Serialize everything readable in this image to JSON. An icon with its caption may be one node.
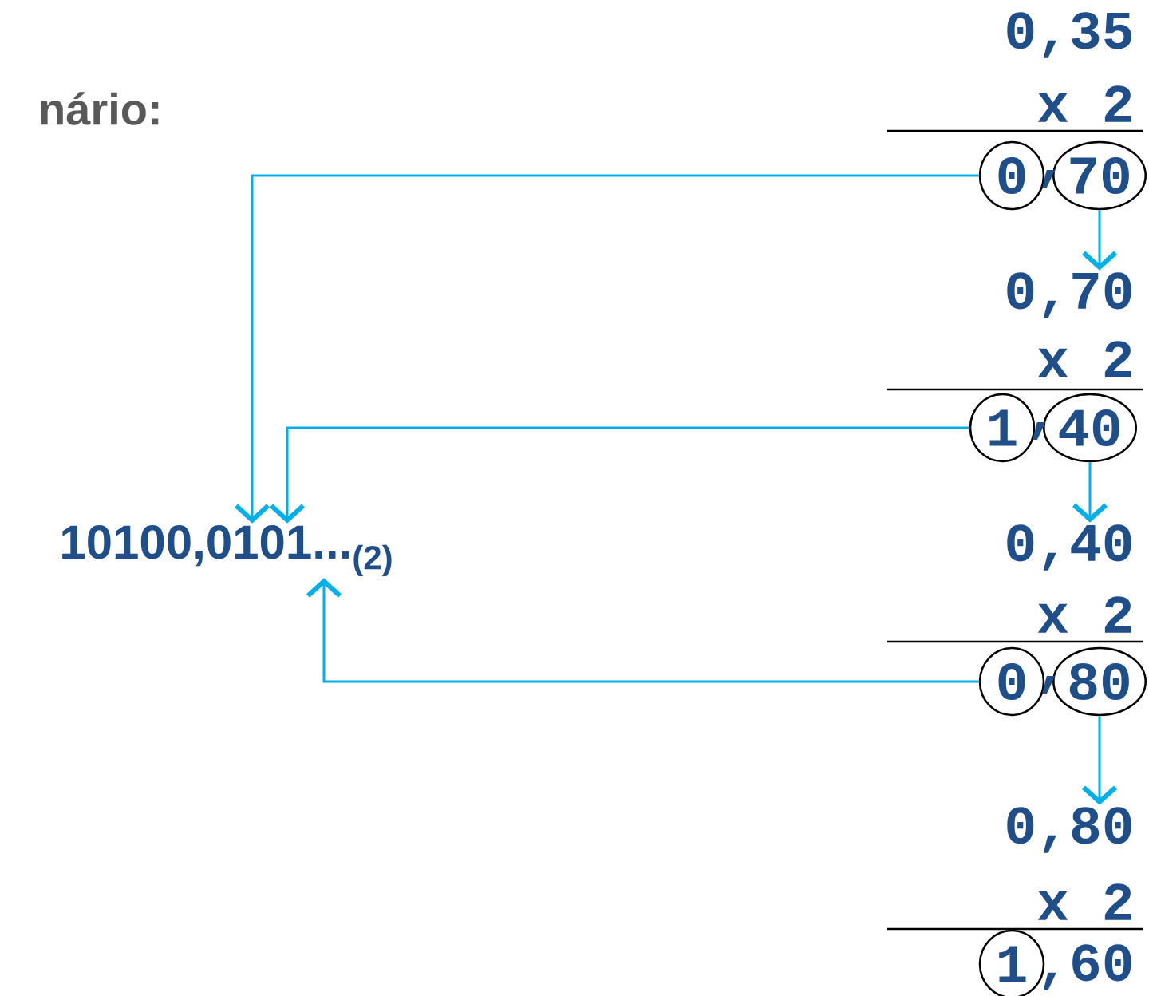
{
  "diagram": {
    "nodes": [
      {
        "text": [
          "10100,0101...$_{(2)}$"
        ]
      },
      {
        "text": [
          "0"
        ]
      },
      {
        "text": [
          "70"
        ]
      },
      {
        "text": [
          "1"
        ]
      },
      {
        "text": [
          "40"
        ]
      },
      {
        "text": [
          "0"
        ]
      },
      {
        "text": [
          "80"
        ]
      },
      {
        "text": [
          "1"
        ]
      },
      {
        "text": [
          "0,70"
        ]
      },
      {
        "text": [
          "0,40"
        ]
      },
      {
        "text": [
          "0,80"
        ]
      }
    ],
    "edges": [
      {
        "from": 1,
        "to": 0,
        "arrow": "to"
      },
      {
        "from": 3,
        "to": 0,
        "arrow": "to"
      },
      {
        "from": 5,
        "to": 0,
        "arrow": "to"
      },
      {
        "from": 2,
        "to": 8,
        "arrow": "to"
      },
      {
        "from": 4,
        "to": 9,
        "arrow": "to"
      },
      {
        "from": 6,
        "to": 10,
        "arrow": "to"
      }
    ],
    "labels": [
      "nário:",
      "0,35",
      "x 2",
      ",",
      "x 2",
      ",",
      "x 2",
      ",",
      "x 2",
      ",60"
    ]
  }
}
